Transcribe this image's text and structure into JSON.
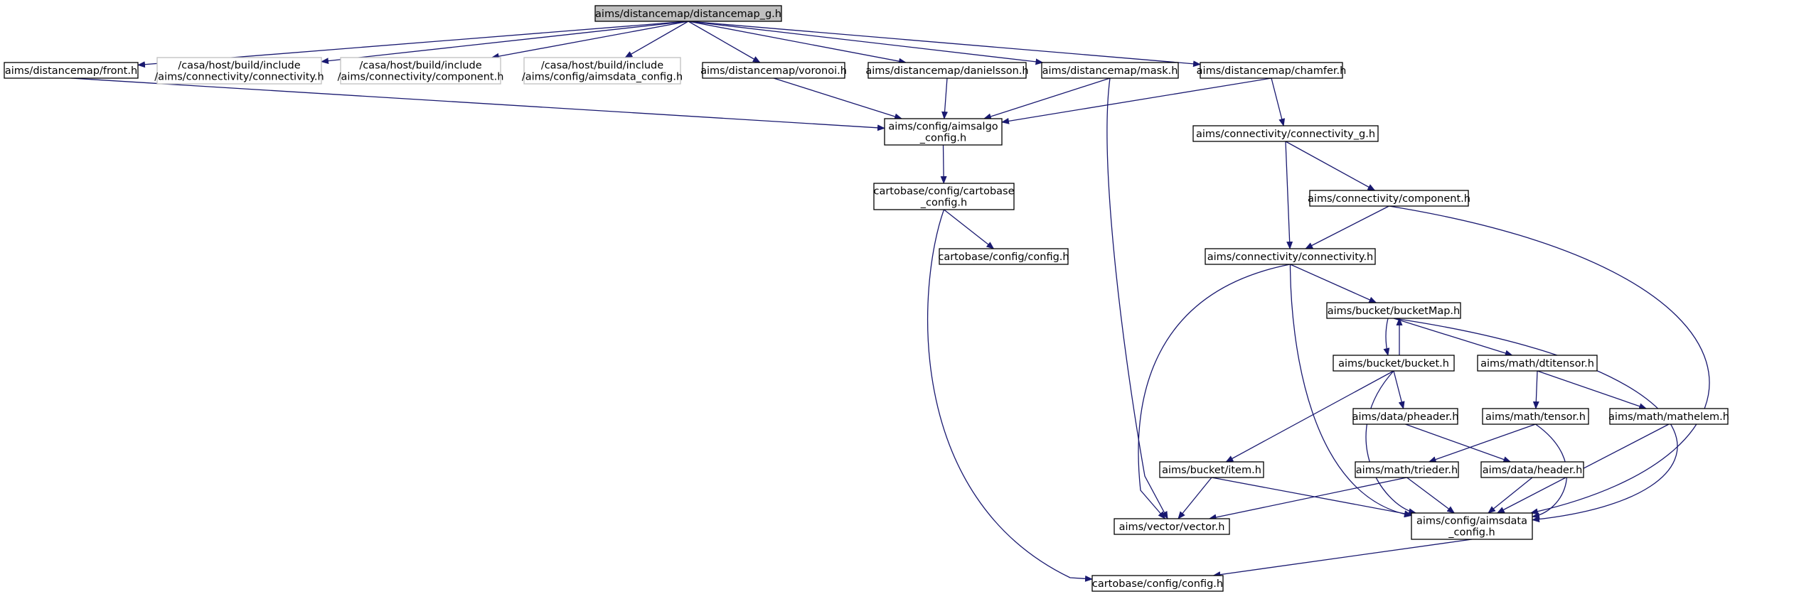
{
  "colors": {
    "edge": "#191970",
    "root_fill": "#bfbfbf",
    "missing_border": "#bfbfbf",
    "node_border": "#000000"
  },
  "nodes": {
    "root": {
      "lines": [
        "aims/distancemap/distancemap_g.h"
      ],
      "kind": "root"
    },
    "front": {
      "lines": [
        "aims/distancemap/front.h"
      ]
    },
    "ext_connectivity": {
      "lines": [
        "/casa/host/build/include",
        "/aims/connectivity/connectivity.h"
      ],
      "kind": "missing"
    },
    "ext_component": {
      "lines": [
        "/casa/host/build/include",
        "/aims/connectivity/component.h"
      ],
      "kind": "missing"
    },
    "ext_aimsdata": {
      "lines": [
        "/casa/host/build/include",
        "/aims/config/aimsdata_config.h"
      ],
      "kind": "missing"
    },
    "voronoi": {
      "lines": [
        "aims/distancemap/voronoi.h"
      ]
    },
    "danielsson": {
      "lines": [
        "aims/distancemap/danielsson.h"
      ]
    },
    "mask": {
      "lines": [
        "aims/distancemap/mask.h"
      ]
    },
    "chamfer": {
      "lines": [
        "aims/distancemap/chamfer.h"
      ]
    },
    "aimsalgo_config": {
      "lines": [
        "aims/config/aimsalgo",
        "_config.h"
      ]
    },
    "connectivity_g": {
      "lines": [
        "aims/connectivity/connectivity_g.h"
      ]
    },
    "cartobase_config": {
      "lines": [
        "cartobase/config/cartobase",
        "_config.h"
      ]
    },
    "component": {
      "lines": [
        "aims/connectivity/component.h"
      ]
    },
    "cartobase_config_h_mid": {
      "lines": [
        "cartobase/config/config.h"
      ]
    },
    "connectivity": {
      "lines": [
        "aims/connectivity/connectivity.h"
      ]
    },
    "bucketMap": {
      "lines": [
        "aims/bucket/bucketMap.h"
      ]
    },
    "bucket": {
      "lines": [
        "aims/bucket/bucket.h"
      ]
    },
    "dtitensor": {
      "lines": [
        "aims/math/dtitensor.h"
      ]
    },
    "pheader": {
      "lines": [
        "aims/data/pheader.h"
      ]
    },
    "tensor": {
      "lines": [
        "aims/math/tensor.h"
      ]
    },
    "mathelem": {
      "lines": [
        "aims/math/mathelem.h"
      ]
    },
    "item": {
      "lines": [
        "aims/bucket/item.h"
      ]
    },
    "trieder": {
      "lines": [
        "aims/math/trieder.h"
      ]
    },
    "header": {
      "lines": [
        "aims/data/header.h"
      ]
    },
    "vector": {
      "lines": [
        "aims/vector/vector.h"
      ]
    },
    "aimsdata_config": {
      "lines": [
        "aims/config/aimsdata",
        "_config.h"
      ]
    },
    "cartobase_config_h_bottom": {
      "lines": [
        "cartobase/config/config.h"
      ]
    }
  },
  "edges": [
    [
      "root",
      "front"
    ],
    [
      "root",
      "ext_connectivity"
    ],
    [
      "root",
      "ext_component"
    ],
    [
      "root",
      "ext_aimsdata"
    ],
    [
      "root",
      "voronoi"
    ],
    [
      "root",
      "danielsson"
    ],
    [
      "root",
      "mask"
    ],
    [
      "root",
      "chamfer"
    ],
    [
      "front",
      "aimsalgo_config"
    ],
    [
      "voronoi",
      "aimsalgo_config"
    ],
    [
      "danielsson",
      "aimsalgo_config"
    ],
    [
      "mask",
      "aimsalgo_config"
    ],
    [
      "mask",
      "vector"
    ],
    [
      "chamfer",
      "aimsalgo_config"
    ],
    [
      "chamfer",
      "connectivity_g"
    ],
    [
      "aimsalgo_config",
      "cartobase_config"
    ],
    [
      "cartobase_config",
      "cartobase_config_h_mid"
    ],
    [
      "cartobase_config",
      "cartobase_config_h_bottom"
    ],
    [
      "connectivity_g",
      "component"
    ],
    [
      "connectivity_g",
      "connectivity"
    ],
    [
      "component",
      "connectivity"
    ],
    [
      "component",
      "aimsdata_config"
    ],
    [
      "connectivity",
      "bucketMap"
    ],
    [
      "connectivity",
      "vector"
    ],
    [
      "connectivity",
      "aimsdata_config"
    ],
    [
      "bucketMap",
      "bucket"
    ],
    [
      "bucket",
      "bucketMap"
    ],
    [
      "bucketMap",
      "dtitensor"
    ],
    [
      "bucketMap",
      "aimsdata_config"
    ],
    [
      "bucket",
      "pheader"
    ],
    [
      "bucket",
      "item"
    ],
    [
      "bucket",
      "aimsdata_config"
    ],
    [
      "dtitensor",
      "tensor"
    ],
    [
      "dtitensor",
      "mathelem"
    ],
    [
      "pheader",
      "header"
    ],
    [
      "tensor",
      "trieder"
    ],
    [
      "tensor",
      "aimsdata_config"
    ],
    [
      "mathelem",
      "aimsdata_config"
    ],
    [
      "item",
      "vector"
    ],
    [
      "item",
      "aimsdata_config"
    ],
    [
      "trieder",
      "vector"
    ],
    [
      "trieder",
      "aimsdata_config"
    ],
    [
      "header",
      "aimsdata_config"
    ],
    [
      "aimsdata_config",
      "cartobase_config_h_bottom"
    ]
  ]
}
